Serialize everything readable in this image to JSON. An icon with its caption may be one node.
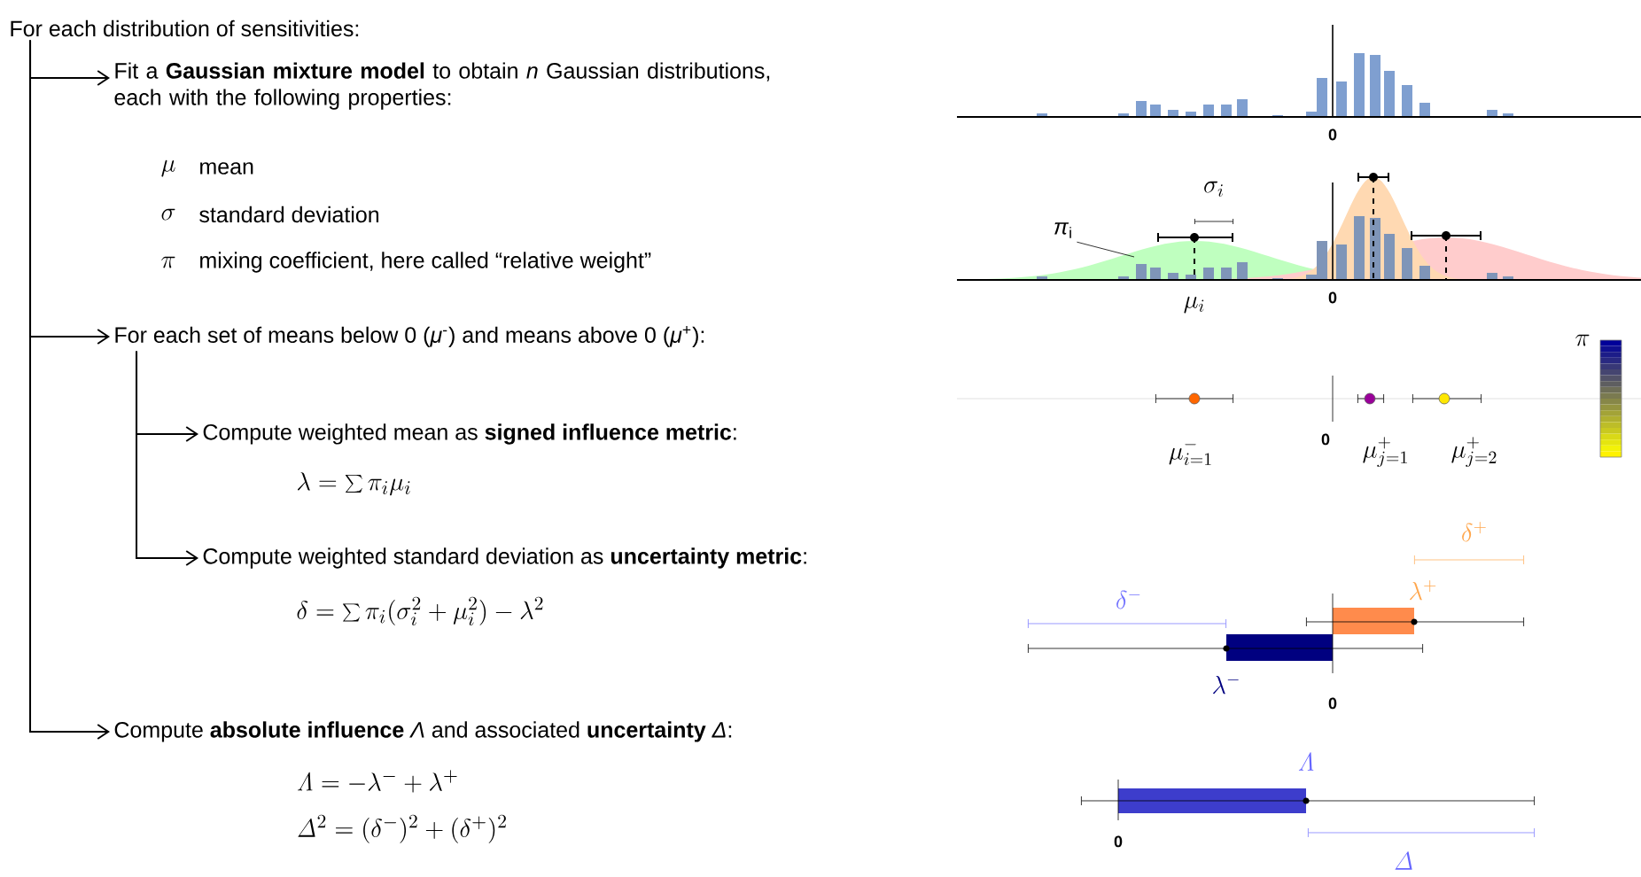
{
  "diagram": {
    "nodes": [
      {
        "text": [
          "For each distribution of sensitivities:"
        ]
      },
      {
        "text": [
          "Fit a **Gaussian mixture model** to obtain *n* Gaussian distributions, each with the following properties:"
        ]
      },
      {
        "text": [
          "For each set of means below 0 (*μ*$^{-}$) and means above 0 (*μ*$^{+}$):"
        ]
      },
      {
        "text": [
          "Compute weighted mean as **signed influence metric**:"
        ]
      },
      {
        "text": [
          "Compute weighted standard deviation as **uncertainty metric**:"
        ]
      },
      {
        "text": [
          "Compute **absolute influence** *Λ* and associated **uncertainty** *Δ*:"
        ]
      },
      {
        "text": [
          "*π*$_{i}$"
        ]
      }
    ],
    "edges": [
      {
        "from": 0,
        "to": 1,
        "arrow": "to"
      },
      {
        "from": 0,
        "to": 2,
        "arrow": "to"
      },
      {
        "from": 0,
        "to": 5,
        "arrow": "to"
      },
      {
        "from": 2,
        "to": 3,
        "arrow": "to"
      },
      {
        "from": 2,
        "to": 4,
        "arrow": "to"
      },
      {
        "from": 6,
        "to": null,
        "arrow": "none"
      }
    ],
    "labels": [
      "\\mu",
      "mean",
      "\\sigma",
      "standard deviation",
      "\\pi",
      "mixing coefficient, here called “relative weight”",
      "0",
      "\\sigma_i",
      "\\mu_i",
      "0",
      "\\pi",
      "\\mu^{-}_{i=1}",
      "0",
      "\\mu^{+}_{j=1}",
      "\\mu^{+}_{j=2}",
      "\\lambda = \\sum \\pi_i \\mu_i",
      "\\delta^{+}",
      "\\lambda^{+}",
      "\\delta^{-}",
      "\\delta = \\sum \\pi_i (\\sigma_i^2 + \\mu_i^2) - \\lambda^2",
      "\\lambda^{-}",
      "0",
      "\\mathit{\\Lambda} = -\\lambda^{-} + \\lambda^{+}",
      "\\mathit{\\Lambda}",
      "\\mathit{\\Delta}^2 = (\\delta^{-})^2 + (\\delta^{+})^2",
      "0",
      "\\mathit{\\Delta}"
    ]
  }
}
